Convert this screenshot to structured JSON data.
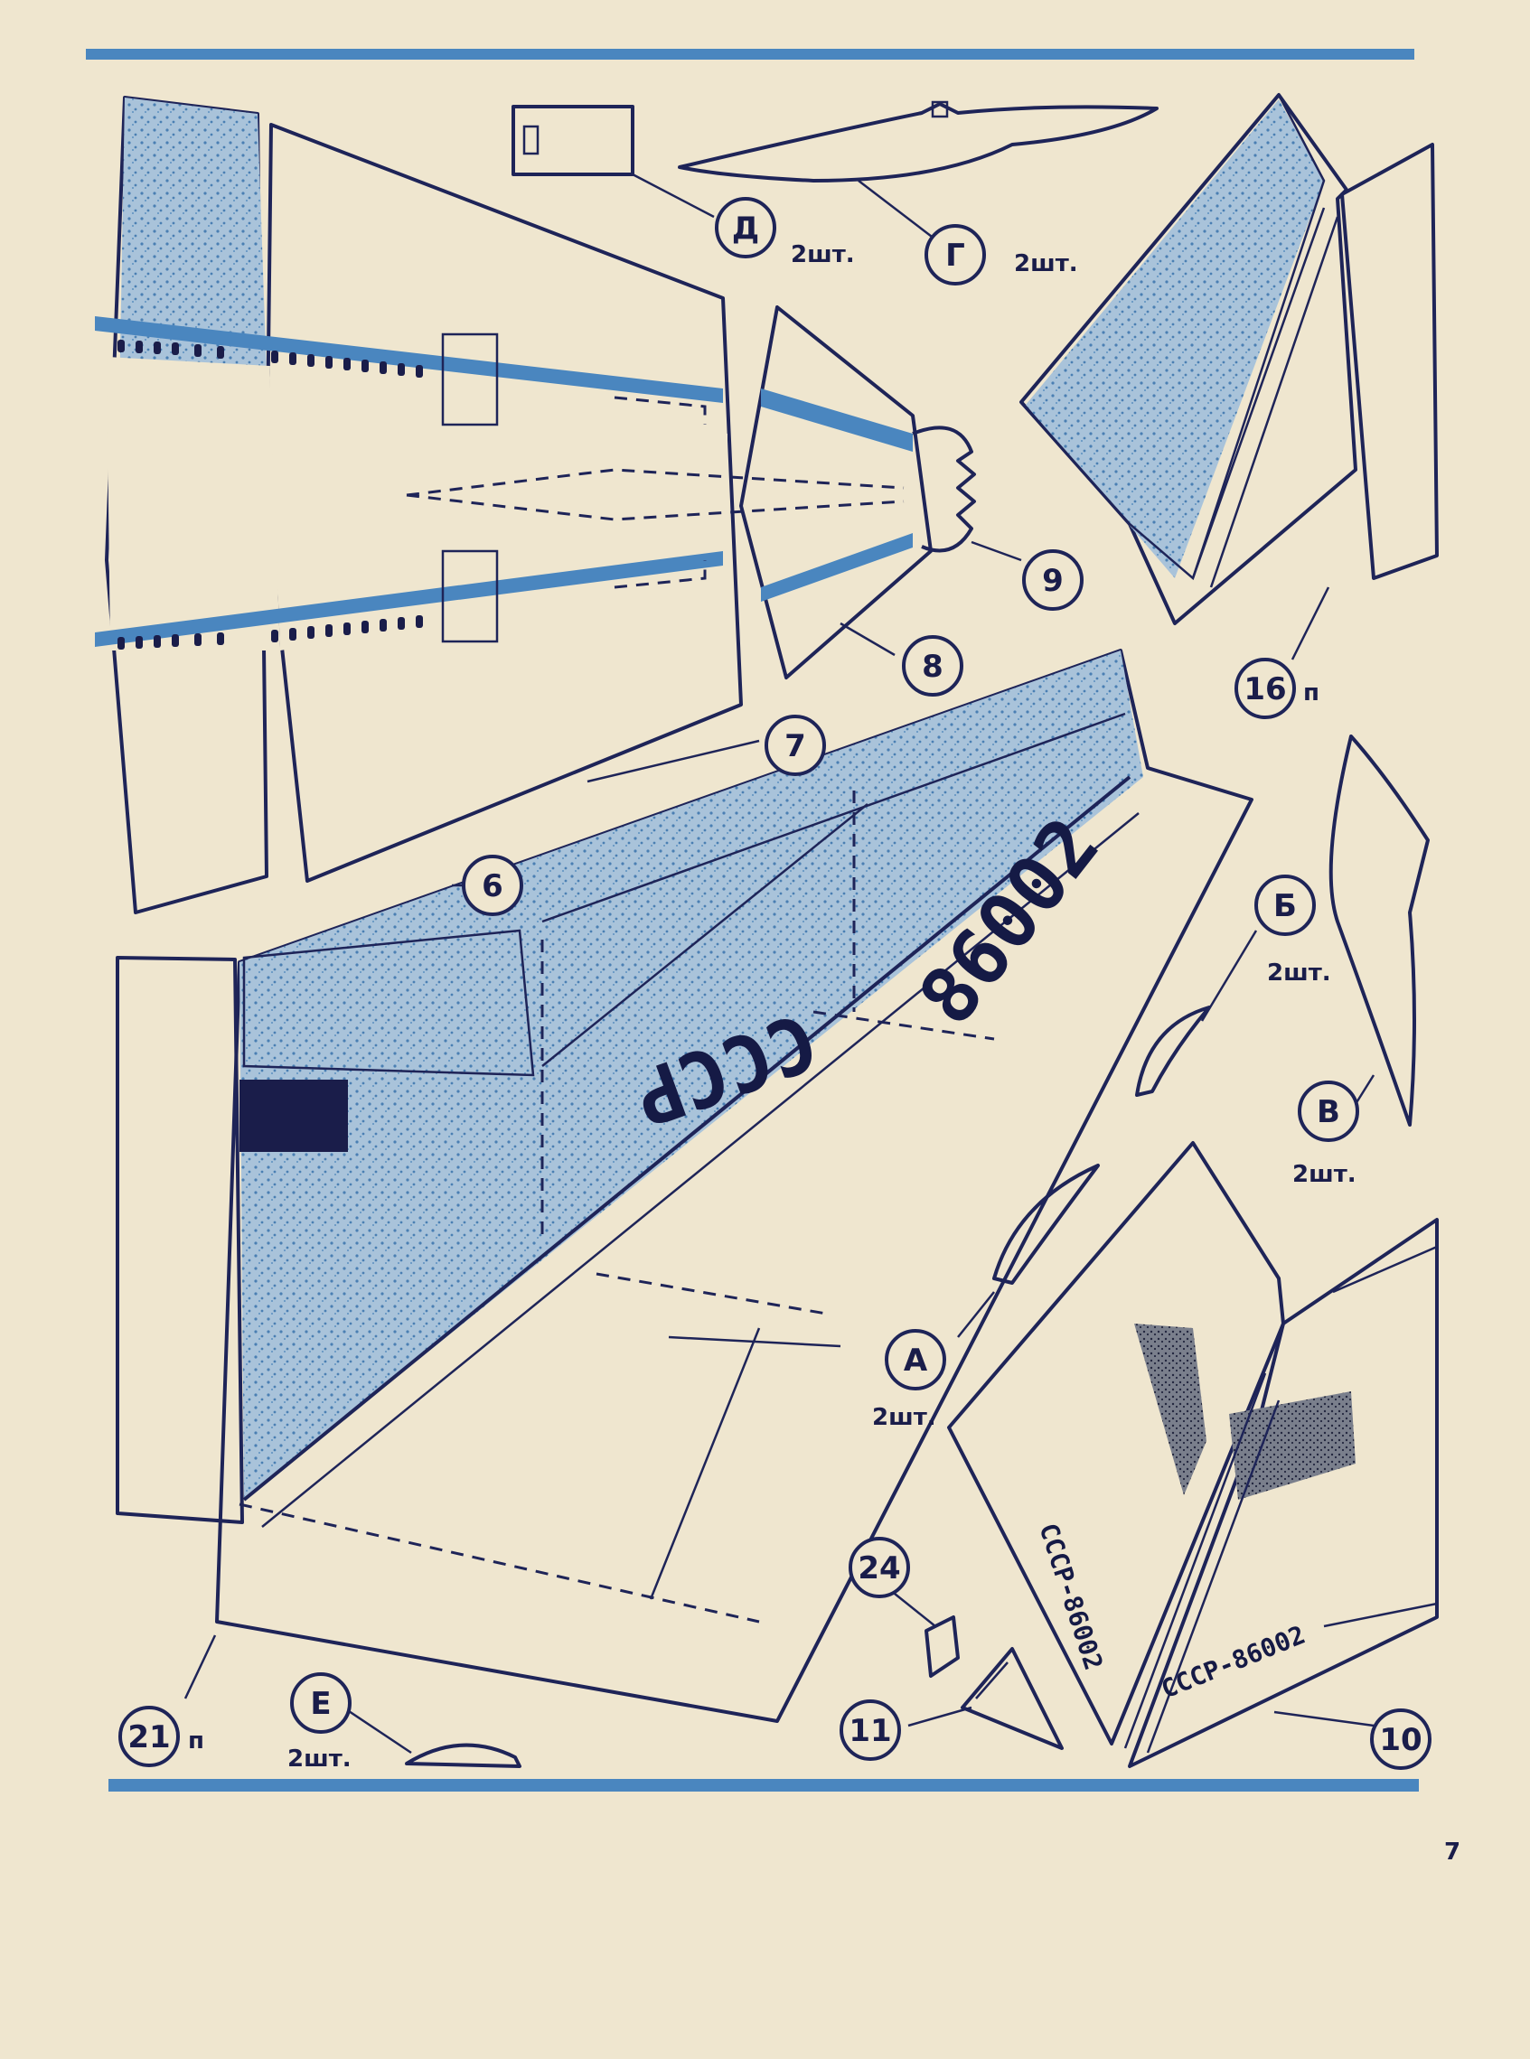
{
  "page_number": "7",
  "colors": {
    "paper": "#efe6cf",
    "ink": "#1e2458",
    "blue_tint": "#7fa9cf",
    "blue_band": "#4a86bf"
  },
  "parts": [
    {
      "key": "d",
      "label": "Д",
      "qty": "2шт."
    },
    {
      "key": "g",
      "label": "Г",
      "qty": "2шт."
    },
    {
      "key": "p9",
      "label": "9",
      "qty": ""
    },
    {
      "key": "p8",
      "label": "8",
      "qty": ""
    },
    {
      "key": "p7",
      "label": "7",
      "qty": ""
    },
    {
      "key": "p16",
      "label": "16",
      "qty": "п"
    },
    {
      "key": "p6",
      "label": "6",
      "qty": ""
    },
    {
      "key": "b",
      "label": "Б",
      "qty": "2шт."
    },
    {
      "key": "v",
      "label": "В",
      "qty": "2шт."
    },
    {
      "key": "a",
      "label": "А",
      "qty": "2шт."
    },
    {
      "key": "p24",
      "label": "24",
      "qty": ""
    },
    {
      "key": "p11",
      "label": "11",
      "qty": ""
    },
    {
      "key": "p10",
      "label": "10",
      "qty": ""
    },
    {
      "key": "p21",
      "label": "21",
      "qty": "п"
    },
    {
      "key": "e",
      "label": "Е",
      "qty": "2шт."
    }
  ],
  "wing_markings": {
    "country": "СССР",
    "number": "86002"
  },
  "tail_markings": {
    "rudder": "СССР-86002",
    "fin": "СССР-86002"
  }
}
